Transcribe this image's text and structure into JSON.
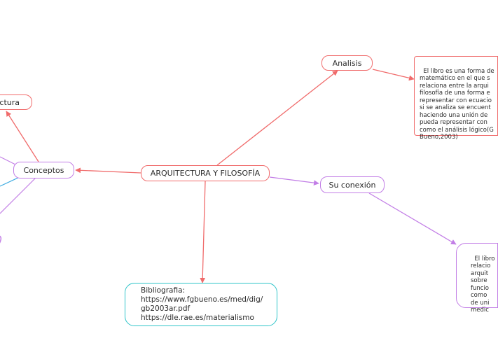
{
  "nodes": {
    "main": "ARQUITECTURA Y FILOSOFÍA",
    "concepts": "Conceptos",
    "arch_partial": "ectura",
    "analysis": "Analisis",
    "connection": "Su conexión",
    "bibliography": "Bibliografia:\nhttps://www.fgbueno.es/med/dig/\ngb2003ar.pdf\nhttps://dle.rae.es/materialismo",
    "analysis_note": "El libro es una forma de\nmatemático en el que s\nrelaciona entre la arqui\nfilosofía de una forma e\nrepresentar con ecuacio\nsi se analiza se encuent\nhaciendo una unión de \npueda representar con\ncomo el análisis lógico(G\nBueno,2003)",
    "connection_note": "El libro\nrelacio\narquit\nsobre\nfuncio\ncomo\nde uni\nmedic"
  },
  "colors": {
    "red": "#f06b6b",
    "purple": "#c27ee6",
    "teal": "#2ec4c9",
    "blue": "#39a9e0"
  }
}
